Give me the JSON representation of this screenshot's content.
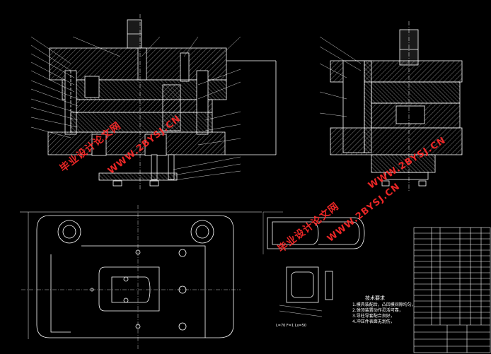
{
  "watermark": {
    "cn_text": "毕业设计论文网",
    "url_text": "WWW.2BYSJ.CN",
    "color": "#ff2a2a"
  },
  "notes": {
    "title": "技术要求",
    "lines": [
      "1.模具装配后，凸凹模间隙均匀，",
      "2.弹顶装置动作灵活可靠，",
      "3.导柱导套配合良好，",
      "4.冲压件表面无划伤，"
    ]
  },
  "formula_text": "L=70 F=1 Lx=50",
  "colors": {
    "background": "#000000",
    "line": "#ffffff",
    "accent": "#ff2a2a"
  }
}
